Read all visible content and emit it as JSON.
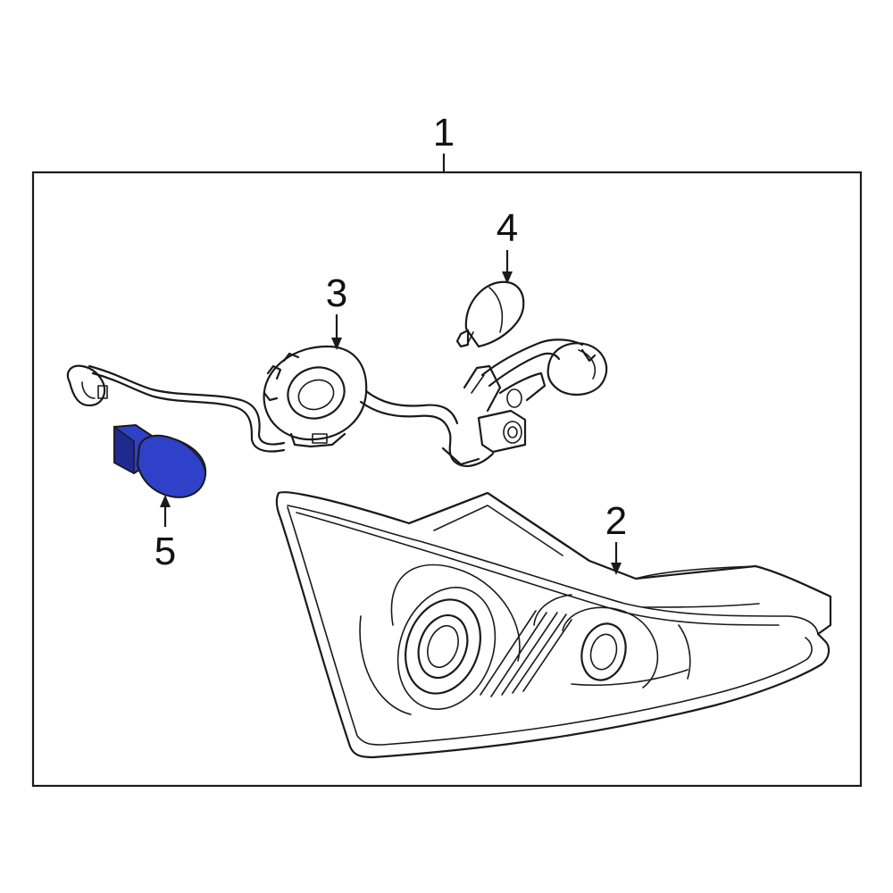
{
  "diagram": {
    "callouts": [
      {
        "id": "1",
        "label": "1"
      },
      {
        "id": "2",
        "label": "2"
      },
      {
        "id": "3",
        "label": "3"
      },
      {
        "id": "4",
        "label": "4"
      },
      {
        "id": "5",
        "label": "5"
      }
    ],
    "colors": {
      "line": "#1a1a1a",
      "frame": "#1a1a1a",
      "highlight_fill": "#2f40c9",
      "highlight_dark": "#1f2a8f",
      "background": "#ffffff"
    },
    "highlighted_part": "5"
  }
}
